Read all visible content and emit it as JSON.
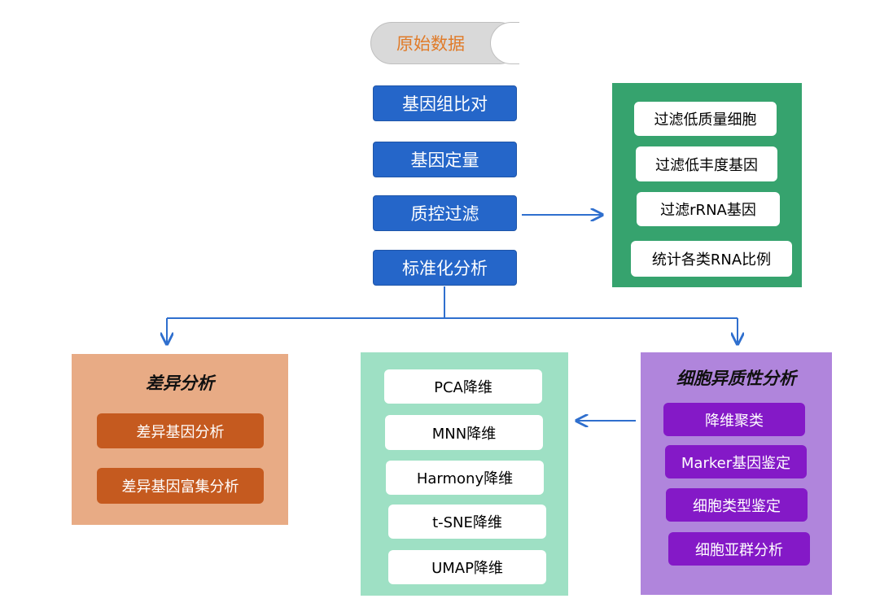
{
  "pipeline": {
    "start": "原始数据",
    "steps": [
      "基因组比对",
      "基因定量",
      "质控过滤",
      "标准化分析"
    ]
  },
  "filter_panel": {
    "items": [
      "过滤低质量细胞",
      "过滤低丰度基因",
      "过滤rRNA基因",
      "统计各类RNA比例"
    ]
  },
  "de_panel": {
    "title": "差异分析",
    "items": [
      "差异基因分析",
      "差异基因富集分析"
    ]
  },
  "dr_panel": {
    "items": [
      "PCA降维",
      "MNN降维",
      "Harmony降维",
      "t-SNE降维",
      "UMAP降维"
    ]
  },
  "het_panel": {
    "title": "细胞异质性分析",
    "items": [
      "降维聚类",
      "Marker基因鉴定",
      "细胞类型鉴定",
      "细胞亚群分析"
    ]
  },
  "colors": {
    "step_blue": "#2566c9",
    "arrow_blue": "#2f6fce",
    "start_text": "#e07b29",
    "filter_green": "#36a36e",
    "de_orange_bg": "#e8ab85",
    "de_orange_box": "#c55a1f",
    "dr_mint": "#9ee0c4",
    "het_purple_bg": "#b085dc",
    "het_purple_box": "#8419c7"
  }
}
